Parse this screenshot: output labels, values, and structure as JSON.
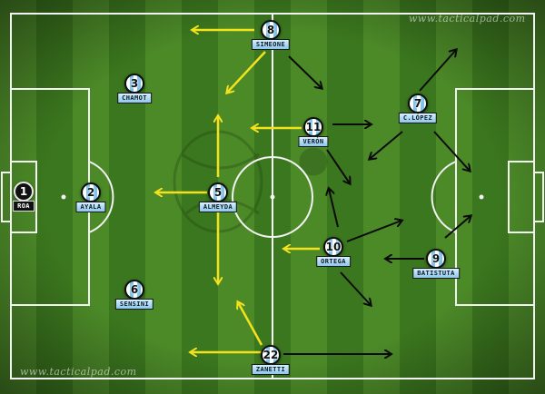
{
  "watermark": "www.tacticalpad.com",
  "colors": {
    "grass_dark": "#3b771e",
    "grass_light": "#4c8a28",
    "lines": "#f2f2f2",
    "yellow_arrow": "#f3e21c",
    "black_arrow": "#0b0b0b",
    "stripe_light": "#ffffff",
    "stripe_blue": "#7cc4ec"
  },
  "players": [
    {
      "id": "roa",
      "number": "1",
      "name": "ROA",
      "goalkeeper": true
    },
    {
      "id": "ayala",
      "number": "2",
      "name": "AYALA"
    },
    {
      "id": "chamot",
      "number": "3",
      "name": "CHAMOT"
    },
    {
      "id": "sensini",
      "number": "6",
      "name": "SENSINI"
    },
    {
      "id": "almeyda",
      "number": "5",
      "name": "ALMEYDA"
    },
    {
      "id": "simeone",
      "number": "8",
      "name": "SIMEONE"
    },
    {
      "id": "zanetti",
      "number": "22",
      "name": "ZANETTI"
    },
    {
      "id": "veron",
      "number": "11",
      "name": "VERÓN"
    },
    {
      "id": "ortega",
      "number": "10",
      "name": "ORTEGA"
    },
    {
      "id": "clopez",
      "number": "7",
      "name": "C.LÓPEZ"
    },
    {
      "id": "batistuta",
      "number": "9",
      "name": "BATISTUTA"
    }
  ]
}
